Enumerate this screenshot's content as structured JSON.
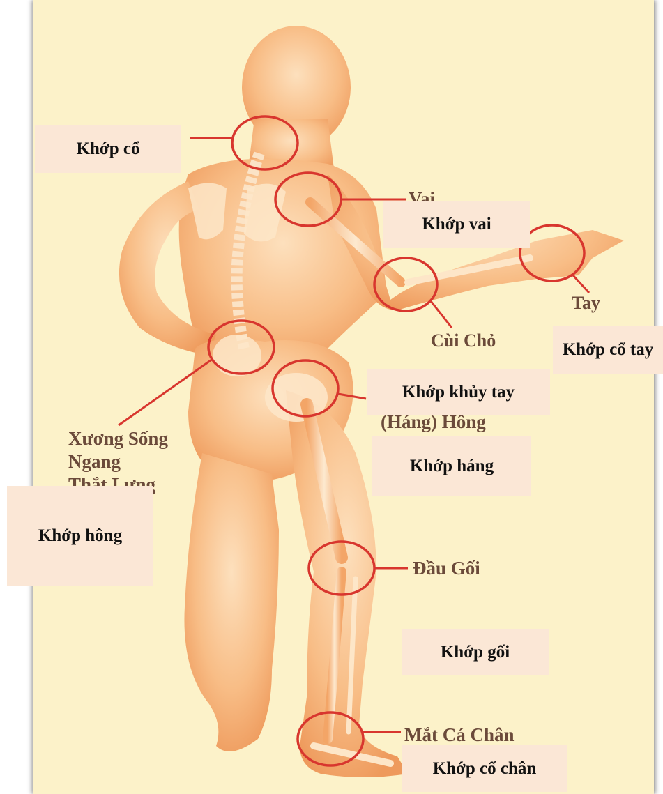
{
  "figure": {
    "name": "human-body-joints",
    "ring_color": "#d8362e",
    "body_color": "#f6b57a"
  },
  "original_labels": {
    "vai": "Vai",
    "tay": "Tay",
    "cui_cho": "Cùi Chỏ",
    "hang_hong": "(Háng) Hông",
    "xuong_song_1": "Xương Sống",
    "xuong_song_2": "Ngang",
    "xuong_song_3": "Thắt Lưng",
    "dau_goi": "Đầu Gối",
    "mat_ca_chan": "Mắt Cá Chân"
  },
  "overlay_labels": {
    "khop_co": "Khớp cổ",
    "khop_vai": "Khớp vai",
    "khop_co_tay": "Khớp cổ tay",
    "khop_khuyu_tay": "Khớp khủy tay",
    "khop_hang": "Khớp háng",
    "khop_hong": "Khớp hông",
    "khop_goi": "Khớp gối",
    "khop_co_chan": "Khớp cổ chân"
  }
}
